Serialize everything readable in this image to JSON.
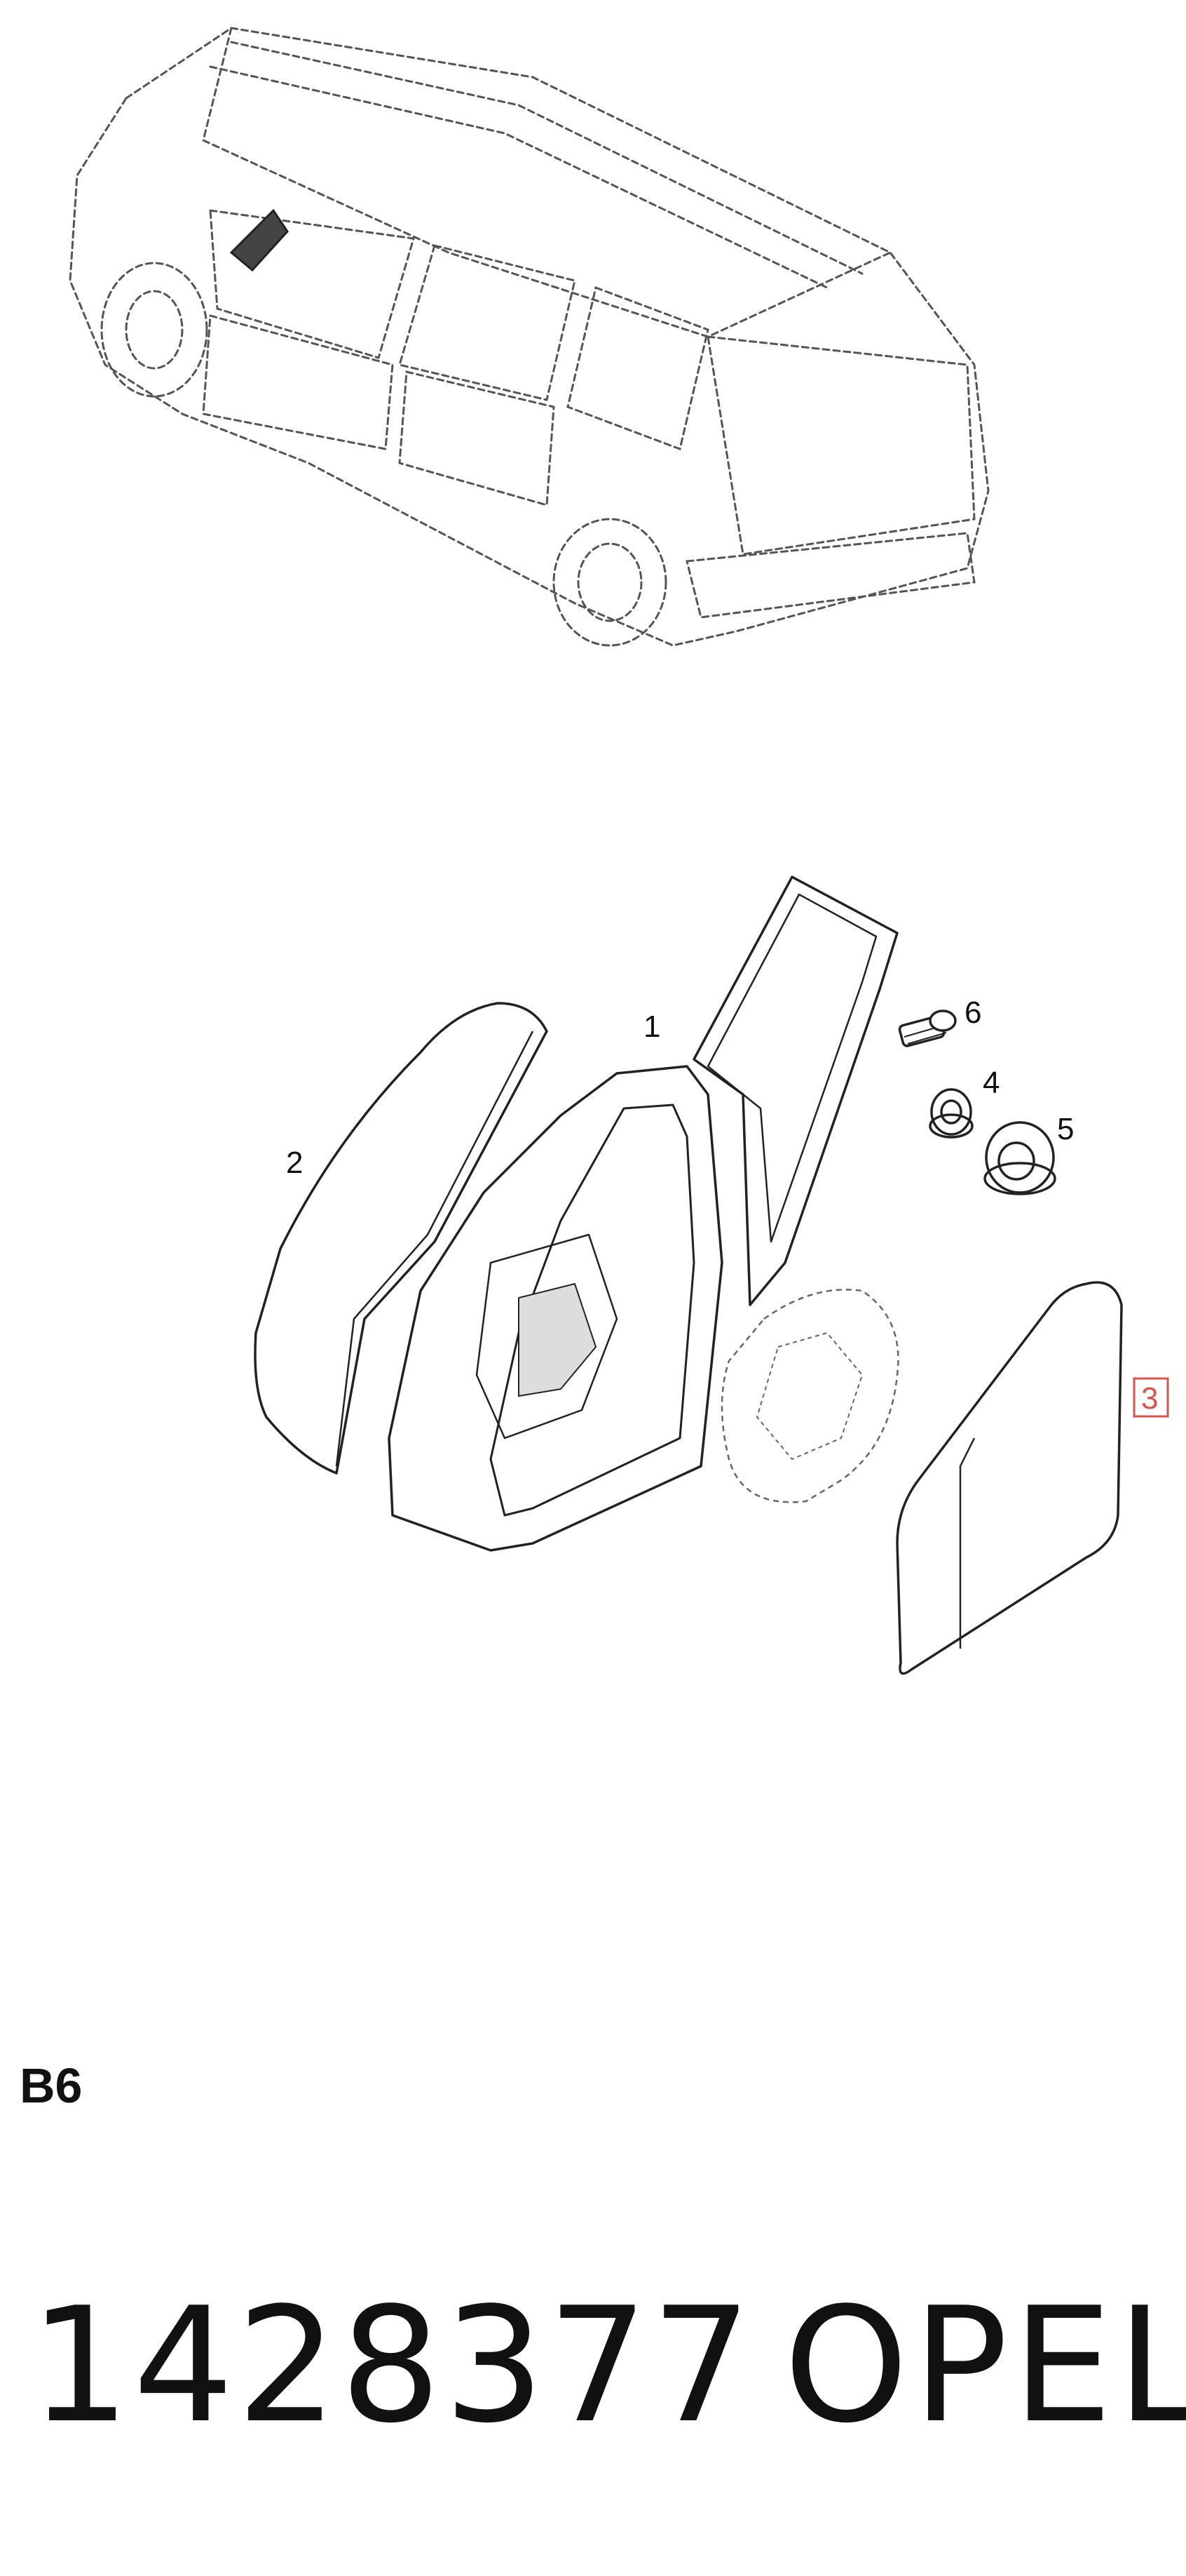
{
  "callouts": {
    "c1": "1",
    "c2": "2",
    "c3": "3",
    "c4": "4",
    "c5": "5",
    "c6": "6"
  },
  "highlight_color": "#d9534f",
  "section_code": "B6",
  "footer": {
    "part_number": "1428377",
    "brand": "OPEL"
  }
}
